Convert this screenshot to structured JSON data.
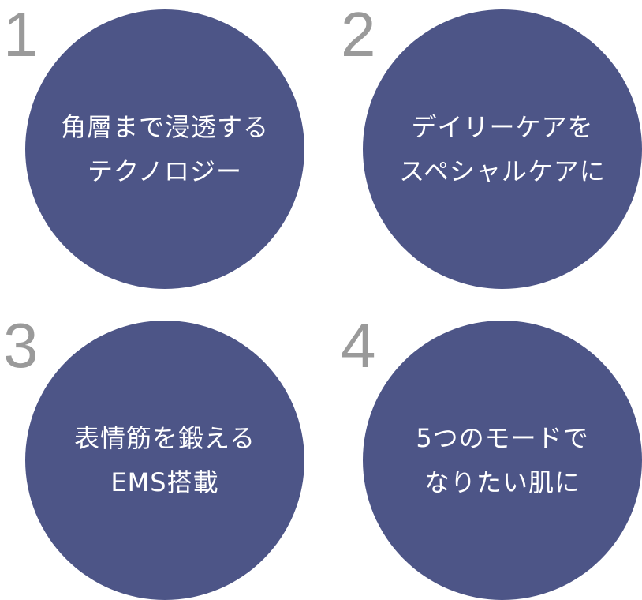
{
  "colors": {
    "circle": "#4d5587",
    "number": "#9a9a9a",
    "text": "#ffffff"
  },
  "features": [
    {
      "number": "1",
      "lines": [
        "角層まで浸透する",
        "テクノロジー"
      ]
    },
    {
      "number": "2",
      "lines": [
        "デイリーケアを",
        "スペシャルケアに"
      ]
    },
    {
      "number": "3",
      "lines": [
        "表情筋を鍛える",
        "EMS搭載"
      ]
    },
    {
      "number": "4",
      "lines": [
        "5つのモードで",
        "なりたい肌に"
      ]
    }
  ]
}
